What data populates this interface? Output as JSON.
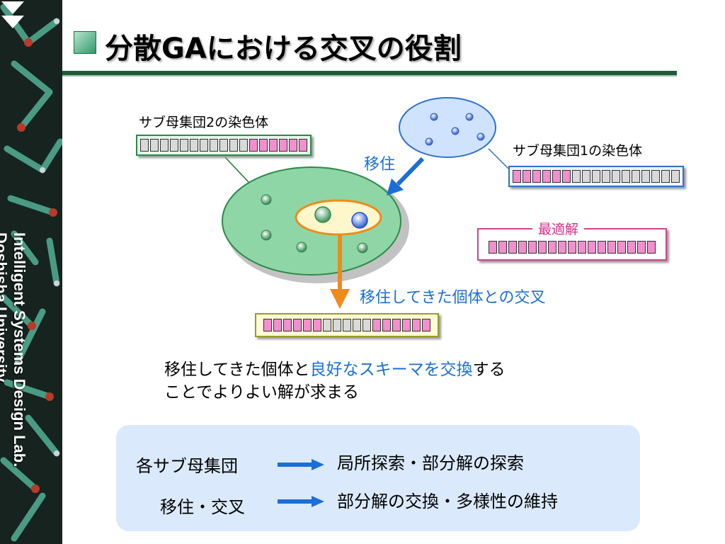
{
  "sidebar": {
    "lab_line1": "Intelligent Systems Design Lab.",
    "lab_line2": "Doshisha University",
    "bg_color": "#1c2a26"
  },
  "title": "分散GAにおける交叉の役割",
  "diagram": {
    "sub2_label": "サブ母集団2の染色体",
    "sub1_label": "サブ母集団1の染色体",
    "migration_label": "移住",
    "best_label": "最適解",
    "crossover_label": "移住してきた個体との交叉",
    "colors": {
      "ellipse_green": "#8fd6a6",
      "ellipse_blue": "#cfe3ff",
      "arrow_blue": "#1a6fd6",
      "arrow_orange": "#f08a1a",
      "gene_gray": "#d9d9d9",
      "gene_pink": "#f28fd0"
    }
  },
  "message": {
    "line1_pre": "移住してきた個体と",
    "line1_highlight": "良好なスキーマを交換",
    "line1_post": "する",
    "line2": "ことでよりよい解が求まる"
  },
  "summary": {
    "row1_left": "各サブ母集団",
    "row1_right": "局所探索・部分解の探索",
    "row2_left": "移住・交叉",
    "row2_right": "部分解の交換・多様性の維持"
  }
}
